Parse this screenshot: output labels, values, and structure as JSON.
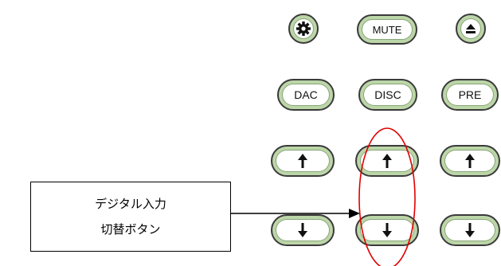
{
  "remote": {
    "row1": {
      "settings_icon": "gear-icon",
      "mute_label": "MUTE",
      "eject_icon": "eject-icon"
    },
    "row2": {
      "dac_label": "DAC",
      "disc_label": "DISC",
      "pre_label": "PRE"
    },
    "row3": {
      "left_up_icon": "arrow-up-icon",
      "center_up_icon": "arrow-up-icon",
      "right_up_icon": "arrow-up-icon"
    },
    "row4": {
      "left_down_icon": "arrow-down-icon",
      "center_down_icon": "arrow-down-icon",
      "right_down_icon": "arrow-down-icon"
    }
  },
  "annotation": {
    "line1": "デジタル入力",
    "line2": "切替ボタン",
    "highlight_color": "#e00000"
  },
  "colors": {
    "button_ring": "#bcd6a8",
    "button_border": "#3a3a3a"
  }
}
